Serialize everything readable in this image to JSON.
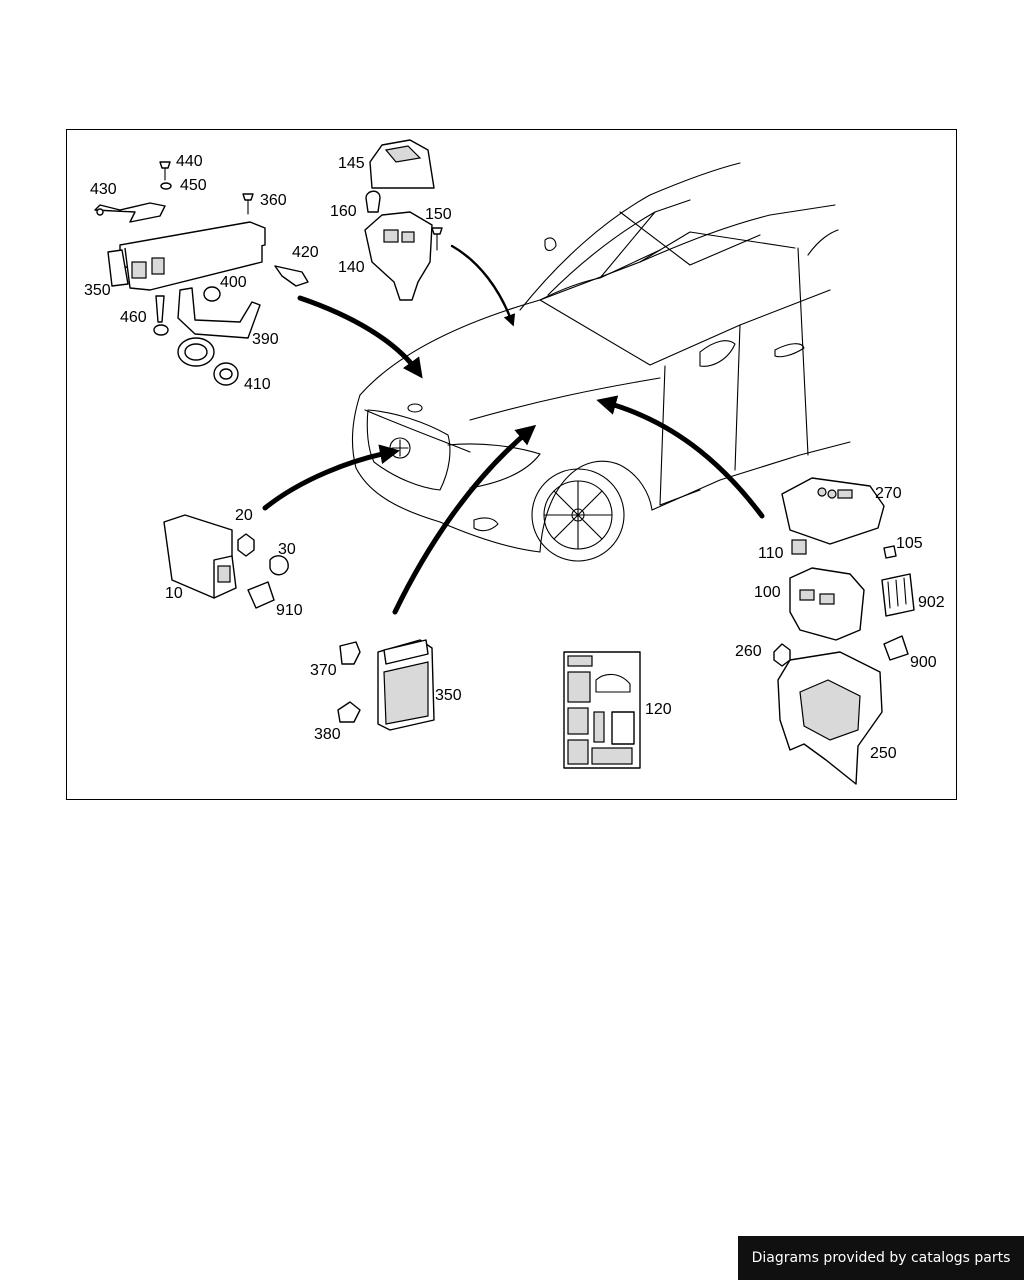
{
  "diagram": {
    "callouts": [
      "440",
      "450",
      "430",
      "360",
      "350",
      "420",
      "400",
      "460",
      "390",
      "410",
      "145",
      "160",
      "150",
      "140",
      "20",
      "30",
      "10",
      "910",
      "370",
      "350",
      "380",
      "120",
      "270",
      "110",
      "105",
      "100",
      "902",
      "260",
      "900",
      "250"
    ]
  },
  "footer": {
    "credit": "Diagrams provided by catalogs parts"
  }
}
